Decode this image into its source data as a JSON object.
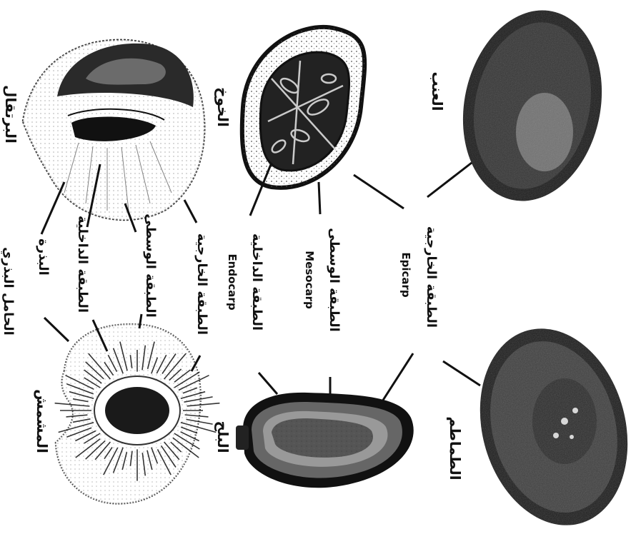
{
  "fruits": {
    "top_left": "البرتقال",
    "top_center": "الخوخ",
    "top_right": "العنب",
    "bottom_left": "المشمش",
    "bottom_center": "البلح",
    "bottom_right": "الطماطم"
  },
  "layers": {
    "epicarp_ar": "الطبقة الخارجية",
    "epicarp_en": "Epicarp",
    "mesocarp_ar": "الطبقة الوسطى",
    "mesocarp_en": "Mesocarp",
    "endocarp_ar": "الطبقة الداخلية",
    "endocarp_en": "Endocarp"
  },
  "right_column": {
    "outer": "الطبقة الخارجية",
    "middle": "الطبقة الوسطى",
    "inner": "الطبقة الداخلية",
    "seed": "البذرة",
    "placenta": "الحامل البذري"
  },
  "colors": {
    "ink": "#111111",
    "paper": "#ffffff",
    "stipple": "#555555"
  }
}
